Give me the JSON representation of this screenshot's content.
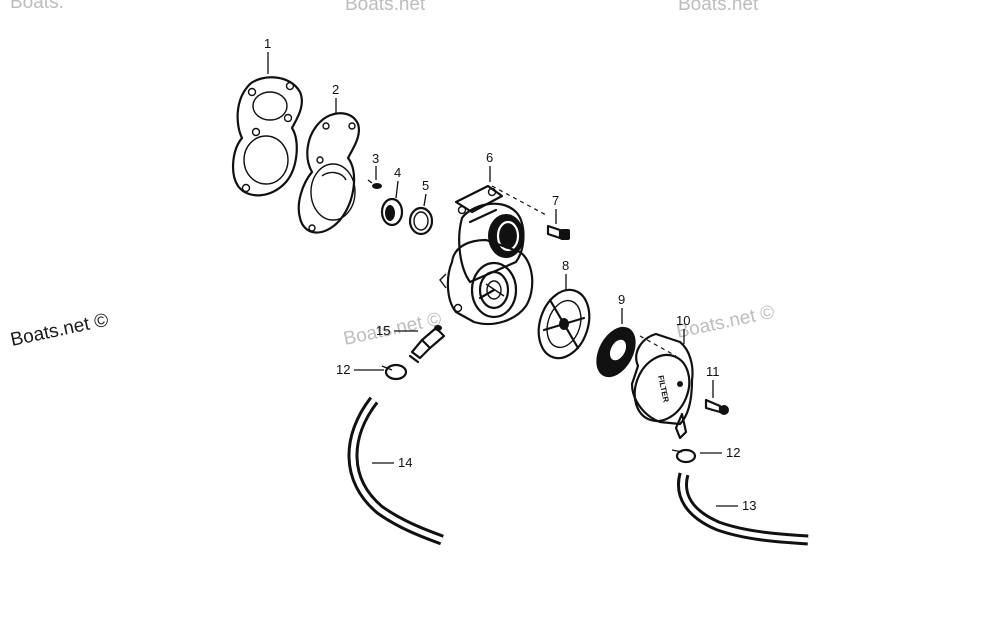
{
  "watermark": {
    "main": "Boats.net ©",
    "faded": "Boats.net ©",
    "top_left": "Boats.",
    "top_mid": "Boats.net",
    "top_right": "Boats.net"
  },
  "callouts": [
    {
      "id": "1",
      "text": "1"
    },
    {
      "id": "2",
      "text": "2"
    },
    {
      "id": "3",
      "text": "3"
    },
    {
      "id": "4",
      "text": "4"
    },
    {
      "id": "5",
      "text": "5"
    },
    {
      "id": "6",
      "text": "6"
    },
    {
      "id": "7",
      "text": "7"
    },
    {
      "id": "8",
      "text": "8"
    },
    {
      "id": "9",
      "text": "9"
    },
    {
      "id": "10",
      "text": "10"
    },
    {
      "id": "11",
      "text": "11"
    },
    {
      "id": "12a",
      "text": "12"
    },
    {
      "id": "12b",
      "text": "12"
    },
    {
      "id": "13",
      "text": "13"
    },
    {
      "id": "14",
      "text": "14"
    },
    {
      "id": "15",
      "text": "15"
    }
  ],
  "parts": {
    "filter_label": "FILTER"
  }
}
